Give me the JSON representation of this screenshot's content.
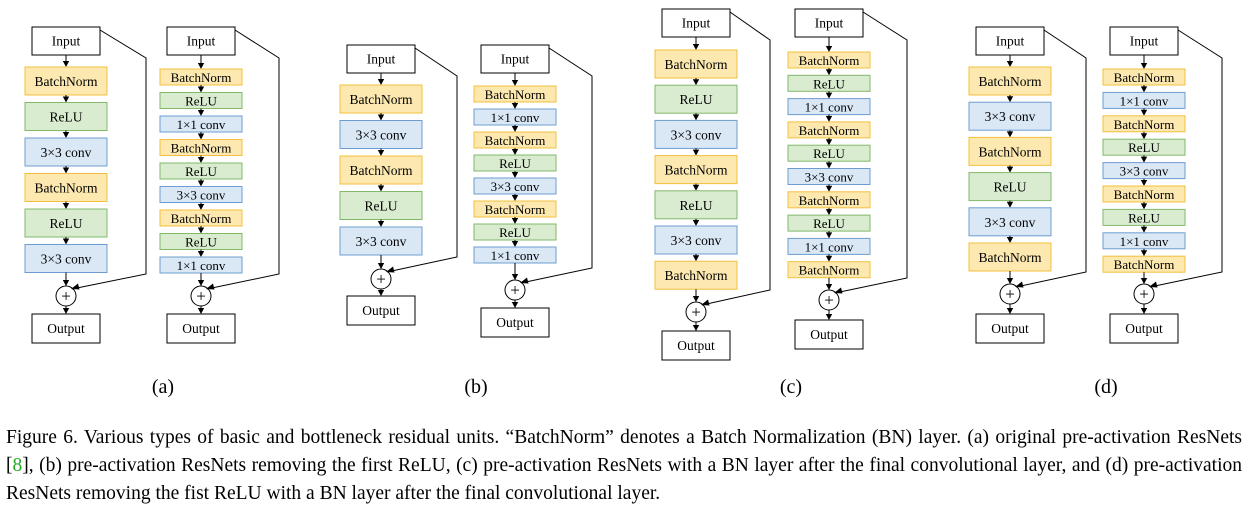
{
  "colors": {
    "batchnorm_fill": "#fde9b0",
    "batchnorm_stroke": "#f2c03e",
    "relu_fill": "#d9ecd0",
    "relu_stroke": "#82b86a",
    "conv_fill": "#dae7f5",
    "conv_stroke": "#6d9dd0",
    "line": "#000000"
  },
  "labels": {
    "input": "Input",
    "output": "Output",
    "add": "+"
  },
  "units": [
    {
      "layers": [
        {
          "label": "BatchNorm",
          "kind": "bn"
        },
        {
          "label": "ReLU",
          "kind": "relu"
        },
        {
          "label": "3×3 conv",
          "kind": "conv"
        },
        {
          "label": "BatchNorm",
          "kind": "bn"
        },
        {
          "label": "ReLU",
          "kind": "relu"
        },
        {
          "label": "3×3 conv",
          "kind": "conv"
        }
      ]
    },
    {
      "layers": [
        {
          "label": "BatchNorm",
          "kind": "bn"
        },
        {
          "label": "ReLU",
          "kind": "relu"
        },
        {
          "label": "1×1 conv",
          "kind": "conv"
        },
        {
          "label": "BatchNorm",
          "kind": "bn"
        },
        {
          "label": "ReLU",
          "kind": "relu"
        },
        {
          "label": "3×3 conv",
          "kind": "conv"
        },
        {
          "label": "BatchNorm",
          "kind": "bn"
        },
        {
          "label": "ReLU",
          "kind": "relu"
        },
        {
          "label": "1×1 conv",
          "kind": "conv"
        }
      ]
    },
    {
      "layers": [
        {
          "label": "BatchNorm",
          "kind": "bn"
        },
        {
          "label": "3×3 conv",
          "kind": "conv"
        },
        {
          "label": "BatchNorm",
          "kind": "bn"
        },
        {
          "label": "ReLU",
          "kind": "relu"
        },
        {
          "label": "3×3 conv",
          "kind": "conv"
        }
      ]
    },
    {
      "layers": [
        {
          "label": "BatchNorm",
          "kind": "bn"
        },
        {
          "label": "1×1 conv",
          "kind": "conv"
        },
        {
          "label": "BatchNorm",
          "kind": "bn"
        },
        {
          "label": "ReLU",
          "kind": "relu"
        },
        {
          "label": "3×3 conv",
          "kind": "conv"
        },
        {
          "label": "BatchNorm",
          "kind": "bn"
        },
        {
          "label": "ReLU",
          "kind": "relu"
        },
        {
          "label": "1×1 conv",
          "kind": "conv"
        }
      ]
    },
    {
      "layers": [
        {
          "label": "BatchNorm",
          "kind": "bn"
        },
        {
          "label": "ReLU",
          "kind": "relu"
        },
        {
          "label": "3×3 conv",
          "kind": "conv"
        },
        {
          "label": "BatchNorm",
          "kind": "bn"
        },
        {
          "label": "ReLU",
          "kind": "relu"
        },
        {
          "label": "3×3 conv",
          "kind": "conv"
        },
        {
          "label": "BatchNorm",
          "kind": "bn"
        }
      ]
    },
    {
      "layers": [
        {
          "label": "BatchNorm",
          "kind": "bn"
        },
        {
          "label": "ReLU",
          "kind": "relu"
        },
        {
          "label": "1×1 conv",
          "kind": "conv"
        },
        {
          "label": "BatchNorm",
          "kind": "bn"
        },
        {
          "label": "ReLU",
          "kind": "relu"
        },
        {
          "label": "3×3 conv",
          "kind": "conv"
        },
        {
          "label": "BatchNorm",
          "kind": "bn"
        },
        {
          "label": "ReLU",
          "kind": "relu"
        },
        {
          "label": "1×1 conv",
          "kind": "conv"
        },
        {
          "label": "BatchNorm",
          "kind": "bn"
        }
      ]
    },
    {
      "layers": [
        {
          "label": "BatchNorm",
          "kind": "bn"
        },
        {
          "label": "3×3 conv",
          "kind": "conv"
        },
        {
          "label": "BatchNorm",
          "kind": "bn"
        },
        {
          "label": "ReLU",
          "kind": "relu"
        },
        {
          "label": "3×3 conv",
          "kind": "conv"
        },
        {
          "label": "BatchNorm",
          "kind": "bn"
        }
      ]
    },
    {
      "layers": [
        {
          "label": "BatchNorm",
          "kind": "bn"
        },
        {
          "label": "1×1 conv",
          "kind": "conv"
        },
        {
          "label": "BatchNorm",
          "kind": "bn"
        },
        {
          "label": "ReLU",
          "kind": "relu"
        },
        {
          "label": "3×3 conv",
          "kind": "conv"
        },
        {
          "label": "BatchNorm",
          "kind": "bn"
        },
        {
          "label": "ReLU",
          "kind": "relu"
        },
        {
          "label": "1×1 conv",
          "kind": "conv"
        },
        {
          "label": "BatchNorm",
          "kind": "bn"
        }
      ]
    }
  ],
  "subfigure_labels": [
    "(a)",
    "(b)",
    "(c)",
    "(d)"
  ],
  "caption": {
    "part1": "Figure 6. Various types of basic and bottleneck residual units. “BatchNorm” denotes a Batch Normalization (BN) layer. (a) original pre-activation ResNets [",
    "ref": "8",
    "part2": "], (b) pre-activation ResNets removing the first ReLU, (c) pre-activation ResNets with a BN layer after the final convolutional layer, and (d) pre-activation ResNets removing the fist ReLU with a BN layer after the final convolutional layer."
  }
}
